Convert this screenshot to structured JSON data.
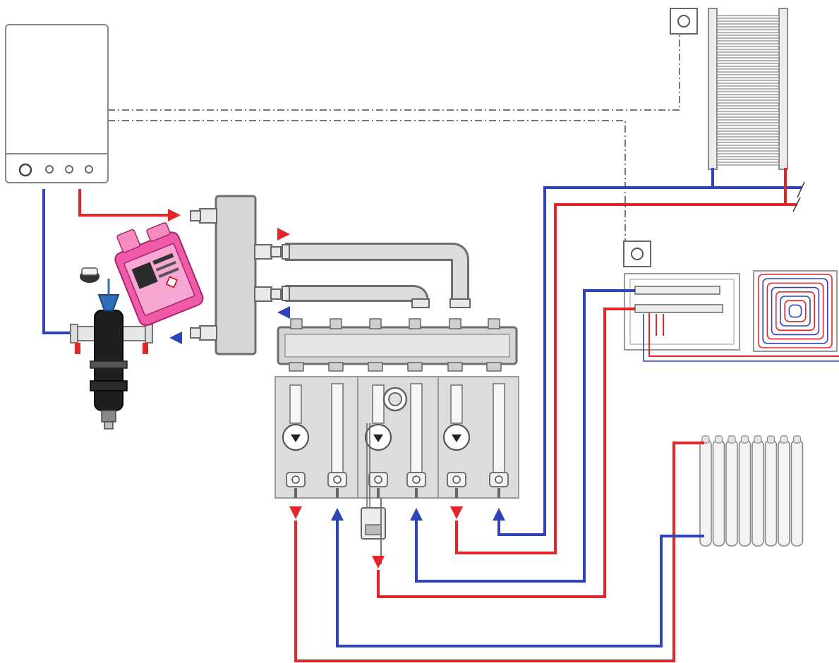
{
  "colors": {
    "flow": "#e3262a",
    "return": "#2e44b8",
    "control_wire": "#777777",
    "metal": "#d6d6d6",
    "metal_stroke": "#6d6d6d",
    "inhibitor_pink": "#ef5aa9",
    "filter_body": "#1f1f1f",
    "filter_blue": "#2f6fb7"
  },
  "icons": {
    "boiler": "wall-boiler-icon",
    "towel_radiator": "towel-rail-icon",
    "panel_radiator": "column-radiator-icon",
    "underfloor": "underfloor-heating-coil-icon",
    "thermostat": "room-thermostat-icon",
    "pump": "circulation-pump-icon",
    "mixing_valve": "mixing-valve-icon",
    "filter": "magnetic-filter-icon",
    "inhibitor": "inhibitor-canister-icon",
    "flow_arrow": "flow-direction-arrow-icon"
  },
  "circuits": [
    {
      "id": "towel-rail-circuit",
      "emitter": "towel_radiator",
      "control": "thermostat"
    },
    {
      "id": "underfloor-circuit",
      "emitter": "underfloor",
      "control": "thermostat"
    },
    {
      "id": "radiator-circuit",
      "emitter": "panel_radiator"
    }
  ]
}
